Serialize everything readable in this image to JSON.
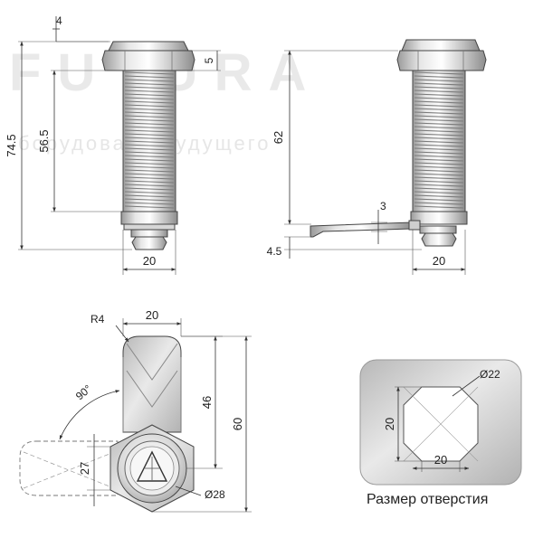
{
  "watermark": {
    "brand": "FUTURA",
    "slogan": "борудовани будущего"
  },
  "side_view_left": {
    "dim_top": "4",
    "dim_nut": "5",
    "dim_inner": "56.5",
    "dim_total": "74.5",
    "dim_width": "20"
  },
  "side_view_right": {
    "dim_height": "62",
    "dim_cam": "3",
    "dim_base": "4.5",
    "dim_width": "20"
  },
  "front_view": {
    "dim_radius": "R4",
    "dim_width": "20",
    "dim_angle": "90°",
    "dim_46": "46",
    "dim_60": "60",
    "dim_27": "27",
    "dim_diameter": "Ø28"
  },
  "hole_panel": {
    "dim_diameter": "Ø22",
    "dim_height": "20",
    "dim_width": "20",
    "caption": "Размер отверстия"
  },
  "colors": {
    "metal_light": "#f2f2f2",
    "metal_mid": "#c8c8c8",
    "metal_dark": "#8a8a8a",
    "panel": "#c9c9c9"
  }
}
